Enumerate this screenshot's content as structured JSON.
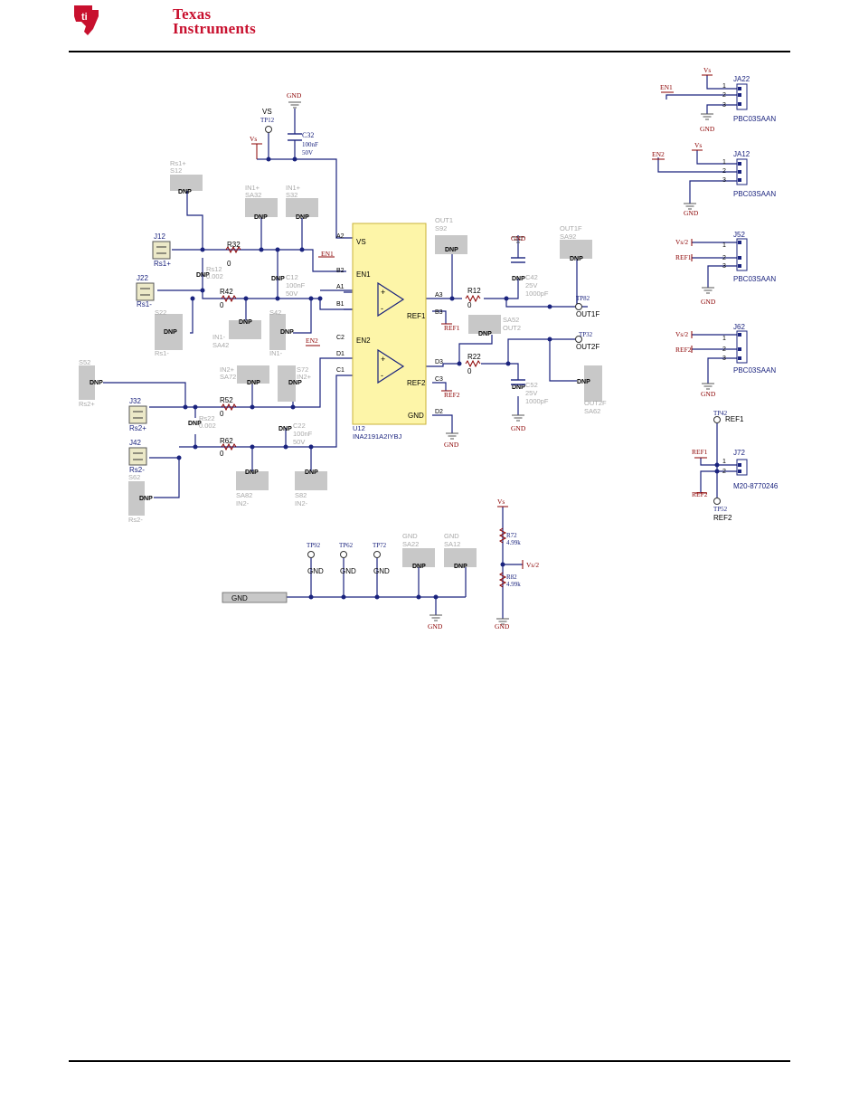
{
  "header": {
    "brand_line1": "Texas",
    "brand_line2": "Instruments"
  },
  "colors": {
    "wire": "#1a237e",
    "part_red": "#8b0000",
    "dnp_fill": "#c8c8c8",
    "ic_fill": "#fdf5a8",
    "logo_red": "#c8102e",
    "dnp_label": "#b0b0b0"
  },
  "schematic": {
    "ic": {
      "ref": "U12",
      "part": "INA2191A2IYBJ",
      "pins": {
        "vs": "VS",
        "en1": "EN1",
        "en2": "EN2",
        "ref1": "REF1",
        "ref2": "REF2",
        "gnd": "GND",
        "a2": "A2",
        "b2": "B2",
        "a1": "A1",
        "b1": "B1",
        "c2": "C2",
        "d1": "D1",
        "c1": "C1",
        "a3": "A3",
        "b3": "B3",
        "d3": "D3",
        "c3": "C3",
        "d2": "D2"
      }
    },
    "power": {
      "gnd": "GND",
      "vs": "Vs",
      "vs2": "Vs/2",
      "vs_tp": "VS"
    },
    "common": {
      "dnp": "DNP",
      "zero": "0",
      "plus": "+",
      "minus": "-"
    },
    "c32": {
      "ref": "C32",
      "val1": "100nF",
      "val2": "50V"
    },
    "tp12": "TP12",
    "s12": {
      "net": "Rs1+",
      "ref": "S12"
    },
    "sa32": {
      "net": "IN1+",
      "ref": "SA32"
    },
    "s32": {
      "net": "IN1+",
      "ref": "S32"
    },
    "j12": {
      "ref": "J12",
      "net": "Rs1+"
    },
    "j22": {
      "ref": "J22",
      "net": "Rs1-"
    },
    "r32": "R32",
    "r42": "R42",
    "r52": "R52",
    "r62": "R62",
    "r12": "R12",
    "r22": "R22",
    "rs12": {
      "ref": "Rs12",
      "val": "0.002"
    },
    "rs22": {
      "ref": "Rs22",
      "val": "0.002"
    },
    "c12": {
      "ref": "C12",
      "val1": "100nF",
      "val2": "50V"
    },
    "c22": {
      "ref": "C22",
      "val1": "100nF",
      "val2": "50V"
    },
    "s22": {
      "ref": "S22",
      "net": "Rs1-"
    },
    "sa42": {
      "net": "IN1-",
      "ref": "SA42"
    },
    "s42": {
      "ref": "S42",
      "net": "IN1-"
    },
    "s52": {
      "ref": "S52",
      "net": "Rs2+"
    },
    "sa72": {
      "net": "IN2+",
      "ref": "SA72"
    },
    "s72": {
      "ref": "S72",
      "net": "IN2+"
    },
    "j32": {
      "ref": "J32",
      "net": "Rs2+"
    },
    "j42": {
      "ref": "J42",
      "net": "Rs2-"
    },
    "s62": {
      "ref": "S62",
      "net": "Rs2-"
    },
    "sa82": {
      "ref": "SA82",
      "net": "IN2-"
    },
    "s82": {
      "ref": "S82",
      "net": "IN2-"
    },
    "out1": {
      "net": "OUT1",
      "ref": "S92"
    },
    "c42": {
      "ref": "C42",
      "val1": "25V",
      "val2": "1000pF"
    },
    "out1f_sw": {
      "net": "OUT1F",
      "ref": "SA92"
    },
    "tp82": {
      "ref": "TP82",
      "net": "OUT1F"
    },
    "sa52": {
      "ref": "SA52",
      "net": "OUT2"
    },
    "tp32": {
      "ref": "TP32",
      "net": "OUT2F"
    },
    "c52": {
      "ref": "C52",
      "val1": "25V",
      "val2": "1000pF"
    },
    "out2f_sw": {
      "net": "OUT2F",
      "ref": "SA62"
    },
    "tp_row": {
      "tp92": "TP92",
      "tp62": "TP62",
      "tp72": "TP72"
    },
    "sa22": {
      "net": "GND",
      "ref": "SA22"
    },
    "sa12": {
      "net": "GND",
      "ref": "SA12"
    },
    "r72": {
      "ref": "R72",
      "val": "4.99k"
    },
    "r82": {
      "ref": "R82",
      "val": "4.99k"
    },
    "ja22": {
      "ref": "JA22",
      "part": "PBC03SAAN",
      "net": "EN1"
    },
    "ja12": {
      "ref": "JA12",
      "part": "PBC03SAAN",
      "net": "EN2"
    },
    "j52": {
      "ref": "J52",
      "part": "PBC03SAAN",
      "net": "REF1"
    },
    "j62": {
      "ref": "J62",
      "part": "PBC03SAAN",
      "net": "REF2"
    },
    "j72": {
      "ref": "J72",
      "part": "M20-8770246",
      "net1": "REF1",
      "net2": "REF2"
    },
    "tp42": {
      "ref": "TP42",
      "net": "REF1"
    },
    "tp52": {
      "ref": "TP52",
      "net": "REF2"
    },
    "pins": {
      "p1": "1",
      "p2": "2",
      "p3": "3"
    }
  }
}
